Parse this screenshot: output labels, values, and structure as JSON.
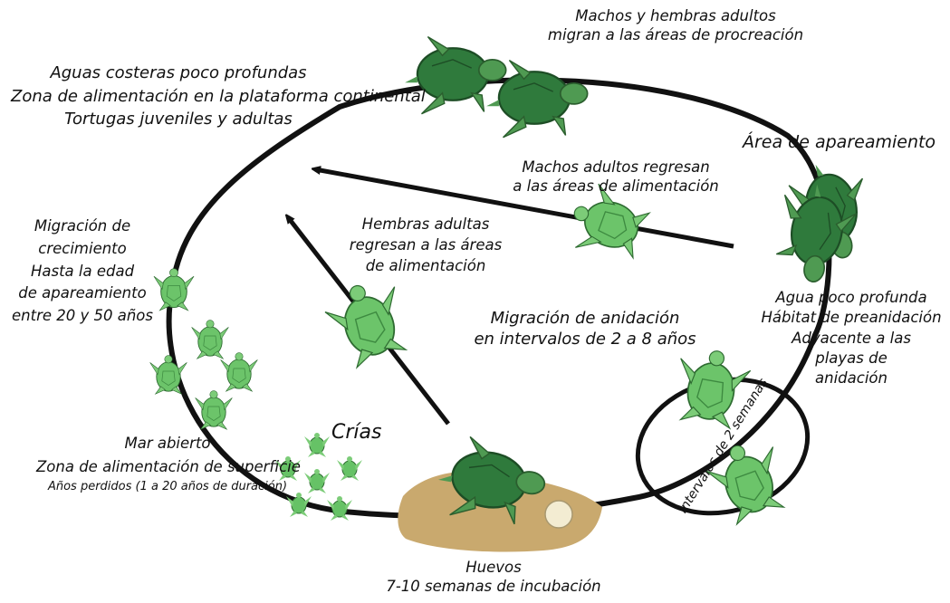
{
  "diagram": {
    "labels": {
      "machos_hembras_migran": [
        "Machos y hembras adultos",
        "migran a las áreas de procreación"
      ],
      "aguas_costeras": [
        "Aguas costeras poco profundas",
        "Zona de alimentación en la plataforma continental",
        "Tortugas juveniles y adultas"
      ],
      "area_apareamiento": "Área de apareamiento",
      "machos_regresan": [
        "Machos adultos regresan",
        "a las áreas de alimentación"
      ],
      "hembras_regresan": [
        "Hembras adultas",
        "regresan a las áreas",
        "de alimentación"
      ],
      "migracion_crecimiento": [
        "Migración de",
        "crecimiento",
        "Hasta la edad",
        "de apareamiento",
        "entre 20 y 50 años"
      ],
      "agua_poco_profunda": [
        "Agua  poco profunda",
        "Hábitat de preanidación",
        "Adyacente a las",
        "playas de",
        "anidación"
      ],
      "migracion_anidacion": [
        "Migración de anidación",
        "en intervalos de 2 a 8 años"
      ],
      "intervalos": "Intervalos de 2 semanas",
      "crias": "Crías",
      "mar_abierto": [
        "Mar abierto",
        "Zona de alimentación de superficie",
        "Años perdidos (1 a 20 años de duración)"
      ],
      "huevos": [
        "Huevos",
        "7-10 semanas de incubación"
      ]
    },
    "colors": {
      "cycle_line": "#111111",
      "turtle_shell": "#2f7a3c",
      "turtle_skin": "#4f9a52",
      "hatchling": "#66c266",
      "sand": "#c9a96e",
      "egg": "#f3ecd2"
    },
    "icons": [
      "adult-turtle-icon",
      "juvenile-turtle-icon",
      "hatchling-icon",
      "egg-icon",
      "arrow-icon"
    ]
  }
}
